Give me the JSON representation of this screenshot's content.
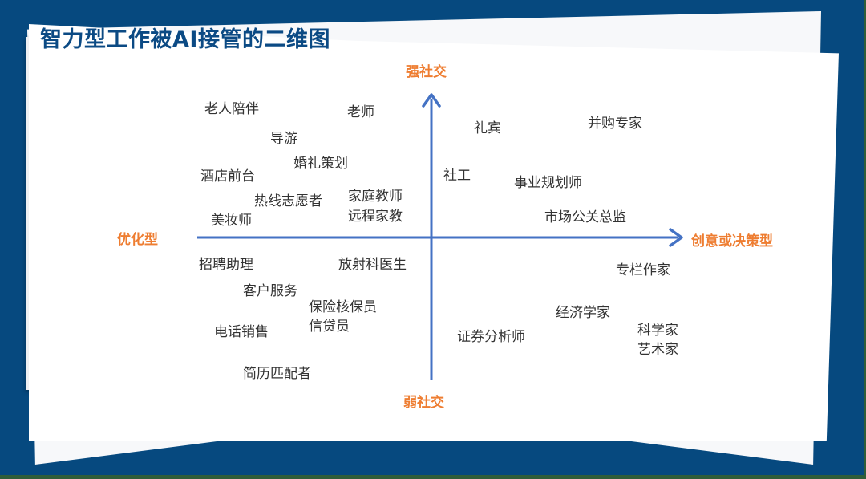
{
  "title": "智力型工作被AI接管的二维图",
  "colors": {
    "background": "#06497f",
    "title": "#0b4a84",
    "axis_line": "#4472c4",
    "axis_label": "#ee7d31",
    "job_text": "#333333"
  },
  "axes": {
    "top": "强社交",
    "bottom": "弱社交",
    "left": "优化型",
    "right": "创意或决策型"
  },
  "quadrants": {
    "top_left": [
      "老人陪伴",
      "老师",
      "导游",
      "婚礼策划",
      "酒店前台",
      "热线志愿者",
      "家庭教师",
      "远程家教",
      "美妆师"
    ],
    "top_right": [
      "礼宾",
      "并购专家",
      "社工",
      "事业规划师",
      "市场公关总监"
    ],
    "bottom_left": [
      "招聘助理",
      "放射科医生",
      "客户服务",
      "保险核保员",
      "信贷员",
      "电话销售",
      "简历匹配者"
    ],
    "bottom_right": [
      "专栏作家",
      "经济学家",
      "证券分析师",
      "科学家",
      "艺术家"
    ]
  },
  "chart_data": {
    "type": "scatter",
    "title": "智力型工作被AI接管的二维图",
    "xlabel": "优化型 → 创意或决策型",
    "ylabel": "弱社交 → 强社交",
    "x_axis_ends": [
      "优化型",
      "创意或决策型"
    ],
    "y_axis_ends": [
      "弱社交",
      "强社交"
    ],
    "grid": false,
    "points": [
      {
        "label": "老人陪伴",
        "quadrant": "强社交/优化型"
      },
      {
        "label": "老师",
        "quadrant": "强社交/优化型"
      },
      {
        "label": "导游",
        "quadrant": "强社交/优化型"
      },
      {
        "label": "婚礼策划",
        "quadrant": "强社交/优化型"
      },
      {
        "label": "酒店前台",
        "quadrant": "强社交/优化型"
      },
      {
        "label": "热线志愿者",
        "quadrant": "强社交/优化型"
      },
      {
        "label": "家庭教师",
        "quadrant": "强社交/优化型"
      },
      {
        "label": "远程家教",
        "quadrant": "强社交/优化型"
      },
      {
        "label": "美妆师",
        "quadrant": "强社交/优化型"
      },
      {
        "label": "礼宾",
        "quadrant": "强社交/创意或决策型"
      },
      {
        "label": "并购专家",
        "quadrant": "强社交/创意或决策型"
      },
      {
        "label": "社工",
        "quadrant": "强社交/创意或决策型"
      },
      {
        "label": "事业规划师",
        "quadrant": "强社交/创意或决策型"
      },
      {
        "label": "市场公关总监",
        "quadrant": "强社交/创意或决策型"
      },
      {
        "label": "招聘助理",
        "quadrant": "弱社交/优化型"
      },
      {
        "label": "放射科医生",
        "quadrant": "弱社交/优化型"
      },
      {
        "label": "客户服务",
        "quadrant": "弱社交/优化型"
      },
      {
        "label": "保险核保员",
        "quadrant": "弱社交/优化型"
      },
      {
        "label": "信贷员",
        "quadrant": "弱社交/优化型"
      },
      {
        "label": "电话销售",
        "quadrant": "弱社交/优化型"
      },
      {
        "label": "简历匹配者",
        "quadrant": "弱社交/优化型"
      },
      {
        "label": "专栏作家",
        "quadrant": "弱社交/创意或决策型"
      },
      {
        "label": "经济学家",
        "quadrant": "弱社交/创意或决策型"
      },
      {
        "label": "证券分析师",
        "quadrant": "弱社交/创意或决策型"
      },
      {
        "label": "科学家",
        "quadrant": "弱社交/创意或决策型"
      },
      {
        "label": "艺术家",
        "quadrant": "弱社交/创意或决策型"
      }
    ]
  }
}
